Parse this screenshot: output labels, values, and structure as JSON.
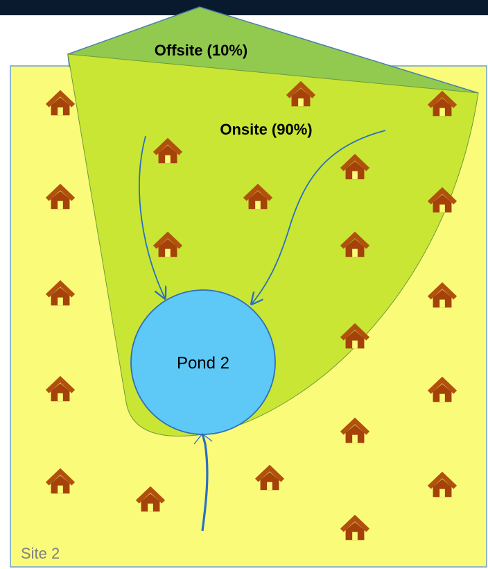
{
  "labels": {
    "offsite": "Offsite (10%)",
    "onsite": "Onsite (90%)",
    "pond": "Pond 2",
    "site": "Site 2"
  },
  "icons": {
    "house": "house-icon"
  },
  "colors": {
    "top_bar": "#0a1a2e",
    "site_fill": "#fbfb7a",
    "site_border": "#6aa0d8",
    "watershed_fill": "#c8e633",
    "watershed_border": "#6f9a3a",
    "offsite_fill": "#92c94f",
    "pond_fill": "#5ec8f7",
    "pond_border": "#2f6fb8",
    "flow_line": "#2a6fc0",
    "house_roof": "#b0510e",
    "house_body": "#a4420a",
    "site_label": "#808080"
  }
}
